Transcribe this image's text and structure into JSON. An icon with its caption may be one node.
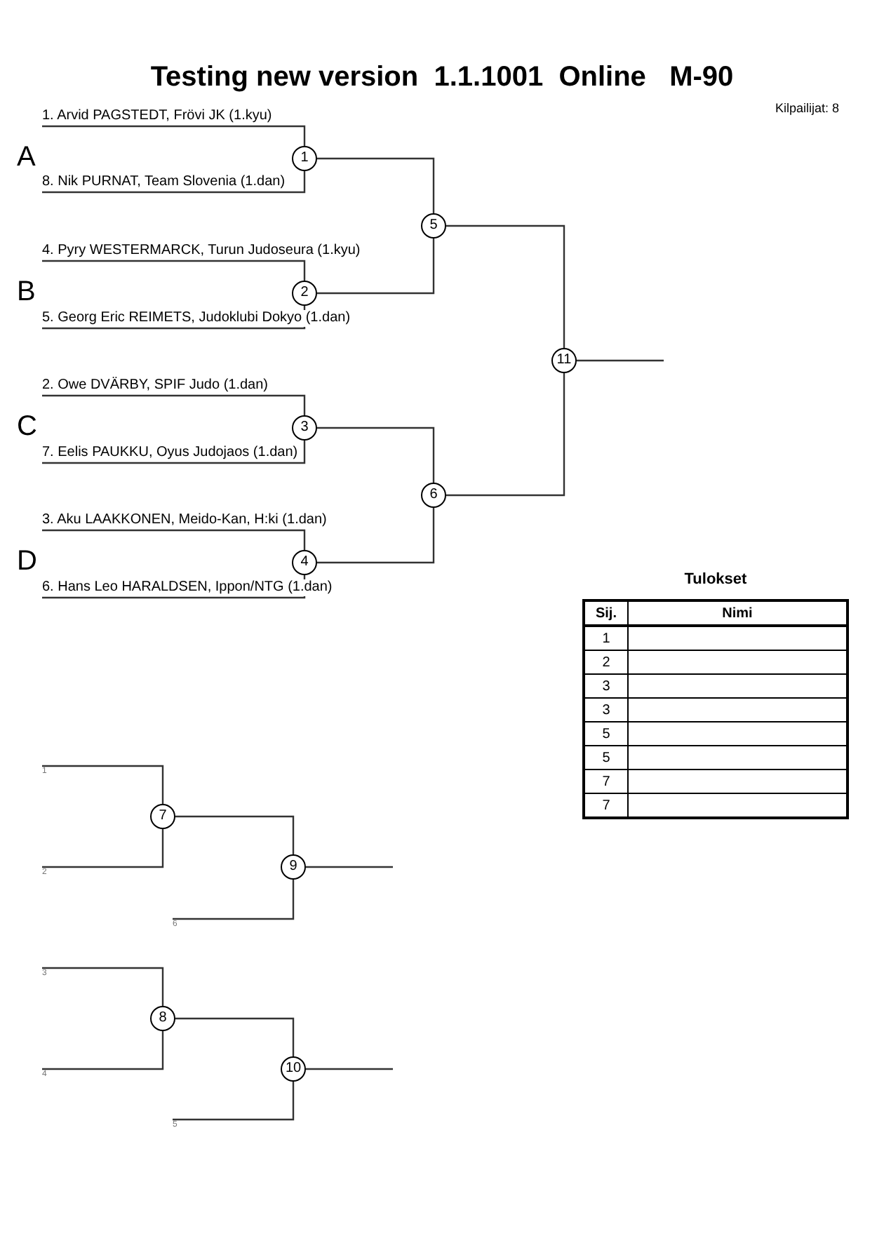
{
  "diagram": {
    "title": "Testing new version  1.1.1001  Online   M-90",
    "nodes": [
      {
        "text": [
          "1. Arvid PAGSTEDT, Frövi JK (1.kyu)"
        ]
      },
      {
        "text": [
          "8. Nik PURNAT, Team Slovenia (1.dan)"
        ]
      },
      {
        "text": [
          "4. Pyry WESTERMARCK, Turun Judoseura (1.kyu)"
        ]
      },
      {
        "text": [
          "5. Georg Eric REIMETS, Judoklubi Dokyo (1.dan)"
        ]
      },
      {
        "text": [
          "2. Owe DVÄRBY, SPIF Judo (1.dan)"
        ]
      },
      {
        "text": [
          "7. Eelis PAUKKU, Oyus Judojaos (1.dan)"
        ]
      },
      {
        "text": [
          "3. Aku LAAKKONEN, Meido-Kan, H:ki (1.dan)"
        ]
      },
      {
        "text": [
          "6. Hans Leo HARALDSEN, Ippon/NTG (1.dan)"
        ]
      },
      {
        "text": [
          "1"
        ]
      },
      {
        "text": [
          "2"
        ]
      },
      {
        "text": [
          "5"
        ]
      },
      {
        "text": [
          "3"
        ]
      },
      {
        "text": [
          "4"
        ]
      },
      {
        "text": [
          "6"
        ]
      },
      {
        "text": [
          "11"
        ]
      },
      {
        "text": [
          "1"
        ]
      },
      {
        "text": [
          "2"
        ]
      },
      {
        "text": [
          "7"
        ]
      },
      {
        "text": [
          "9"
        ]
      },
      {
        "text": [
          "6"
        ]
      },
      {
        "text": [
          "3"
        ]
      },
      {
        "text": [
          "4"
        ]
      },
      {
        "text": [
          "8"
        ]
      },
      {
        "text": [
          "10"
        ]
      },
      {
        "text": [
          "5"
        ]
      }
    ],
    "edges": [
      {
        "from": 0,
        "to": 8,
        "arrow": "none"
      },
      {
        "from": 1,
        "to": 8,
        "arrow": "none"
      },
      {
        "from": 2,
        "to": 9,
        "arrow": "none"
      },
      {
        "from": 3,
        "to": 9,
        "arrow": "none"
      },
      {
        "from": 8,
        "to": 10,
        "arrow": "none"
      },
      {
        "from": 9,
        "to": 10,
        "arrow": "none"
      },
      {
        "from": 4,
        "to": 11,
        "arrow": "none"
      },
      {
        "from": 5,
        "to": 11,
        "arrow": "none"
      },
      {
        "from": 6,
        "to": 12,
        "arrow": "none"
      },
      {
        "from": 7,
        "to": 12,
        "arrow": "none"
      },
      {
        "from": 11,
        "to": 13,
        "arrow": "none"
      },
      {
        "from": 12,
        "to": 13,
        "arrow": "none"
      },
      {
        "from": 10,
        "to": 14,
        "arrow": "none"
      },
      {
        "from": 13,
        "to": 14,
        "arrow": "none"
      },
      {
        "from": 14,
        "to": null,
        "arrow": "none"
      },
      {
        "from": 15,
        "to": 17,
        "arrow": "none"
      },
      {
        "from": 16,
        "to": 17,
        "arrow": "none"
      },
      {
        "from": 17,
        "to": 18,
        "arrow": "none"
      },
      {
        "from": 19,
        "to": 18,
        "arrow": "none"
      },
      {
        "from": 18,
        "to": null,
        "arrow": "none"
      },
      {
        "from": 20,
        "to": 22,
        "arrow": "none"
      },
      {
        "from": 21,
        "to": 22,
        "arrow": "none"
      },
      {
        "from": 22,
        "to": 23,
        "arrow": "none"
      },
      {
        "from": 24,
        "to": 23,
        "arrow": "none"
      },
      {
        "from": 23,
        "to": null,
        "arrow": "none"
      }
    ],
    "labels": [
      "Kilpailijat: 8",
      "A",
      "B",
      "C",
      "D",
      "Tulokset",
      "Sij.",
      "Nimi",
      "1",
      "2",
      "3",
      "3",
      "5",
      "5",
      "7",
      "7"
    ]
  }
}
